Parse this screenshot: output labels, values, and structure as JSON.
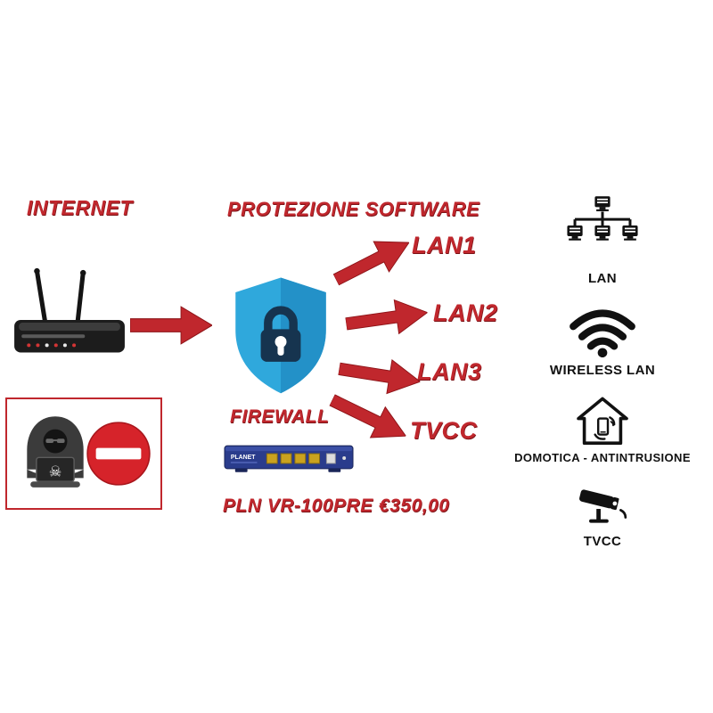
{
  "diagram": {
    "internet_label": "INTERNET",
    "protection_label": "PROTEZIONE SOFTWARE",
    "firewall_label": "FIREWALL",
    "product_label": "PLN VR-100PRE   €350,00",
    "outputs": [
      {
        "label": "LAN1"
      },
      {
        "label": "LAN2"
      },
      {
        "label": "LAN3"
      },
      {
        "label": "TVCC"
      }
    ]
  },
  "right_panel": {
    "items": [
      {
        "label": "LAN",
        "icon": "lan-network-icon"
      },
      {
        "label": "WIRELESS LAN",
        "icon": "wifi-icon"
      },
      {
        "label": "DOMOTICA - ANTINTRUSIONE",
        "icon": "home-automation-icon"
      },
      {
        "label": "TVCC",
        "icon": "cctv-camera-icon"
      }
    ]
  },
  "colors": {
    "accent_red": "#c0272d",
    "no_entry_red": "#d6232a",
    "shield_blue": "#2fa8dc",
    "shield_blue_dark": "#2391c8",
    "lock_navy": "#16344f",
    "appliance_navy": "#2a3c8c",
    "icon_black": "#111111"
  }
}
